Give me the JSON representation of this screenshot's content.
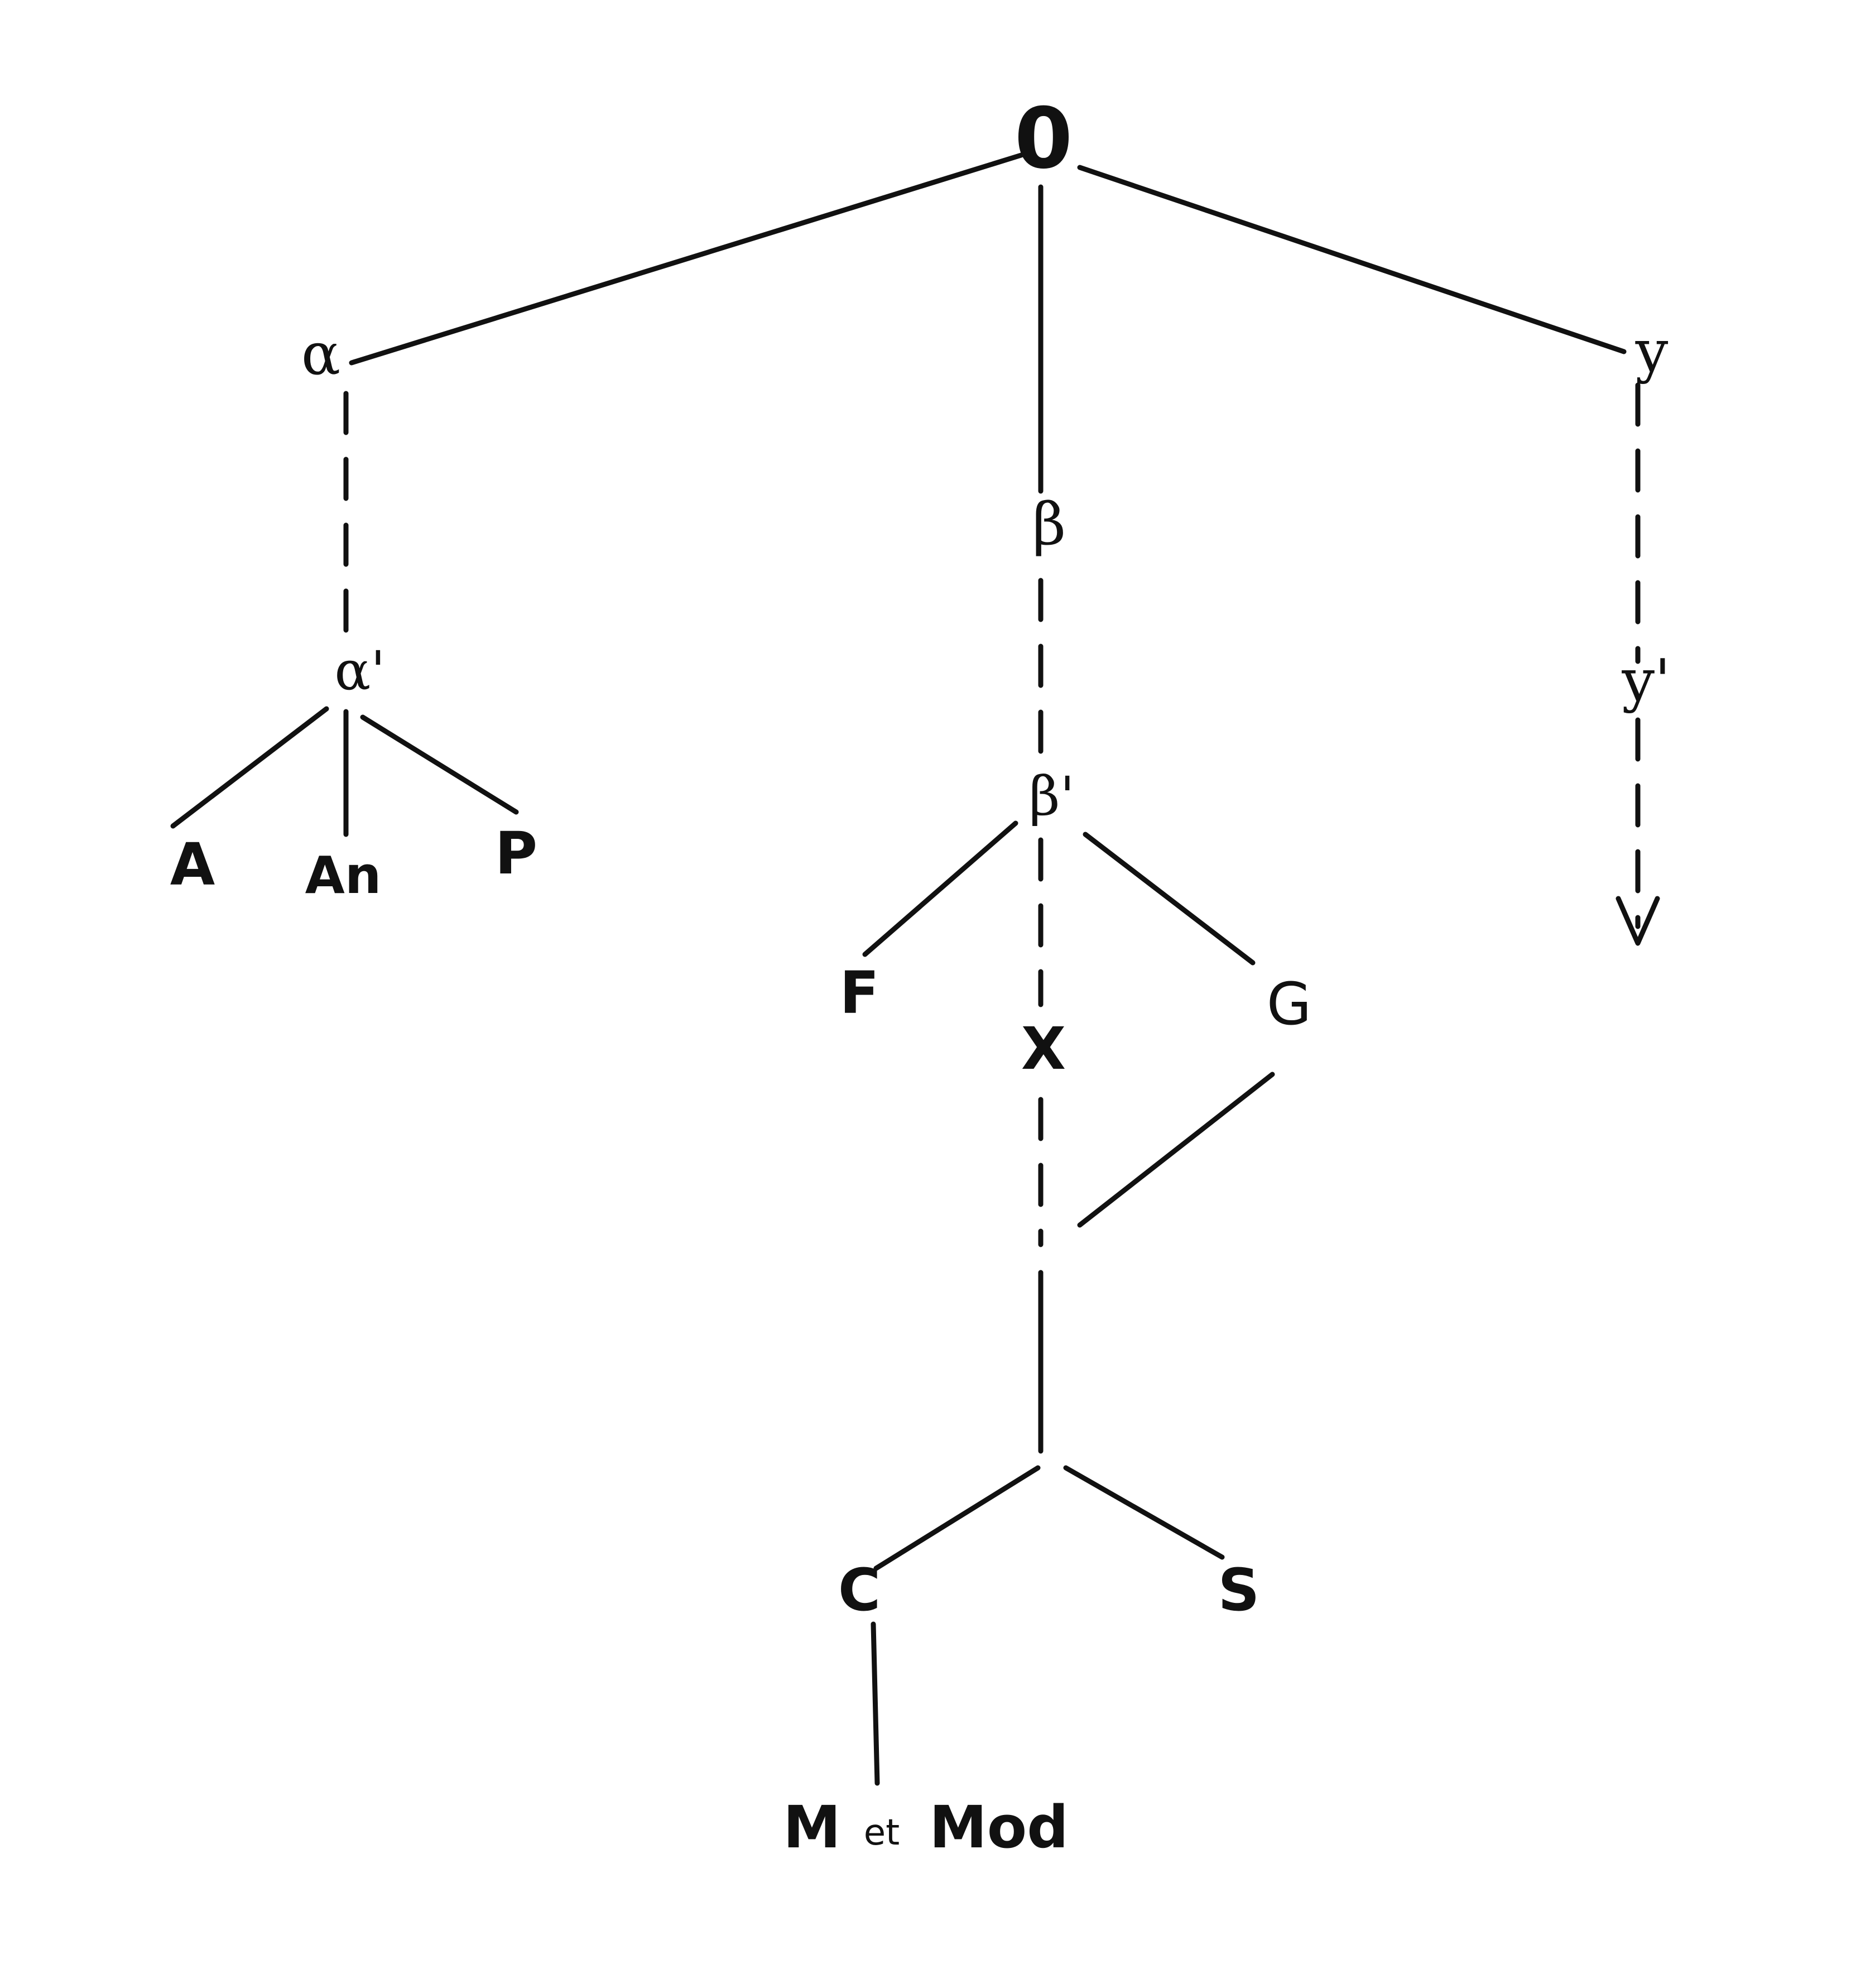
{
  "nodes": {
    "root": "0",
    "alpha": "α",
    "alpha_prime": "α'",
    "beta": "β",
    "beta_prime": "β'",
    "y": "y",
    "y_prime": "y'",
    "a": "A",
    "an": "An",
    "p": "P",
    "f": "F",
    "g": "G",
    "x": "X",
    "c": "C",
    "s": "S",
    "m": "M",
    "et": "et",
    "mod": "Mod"
  }
}
